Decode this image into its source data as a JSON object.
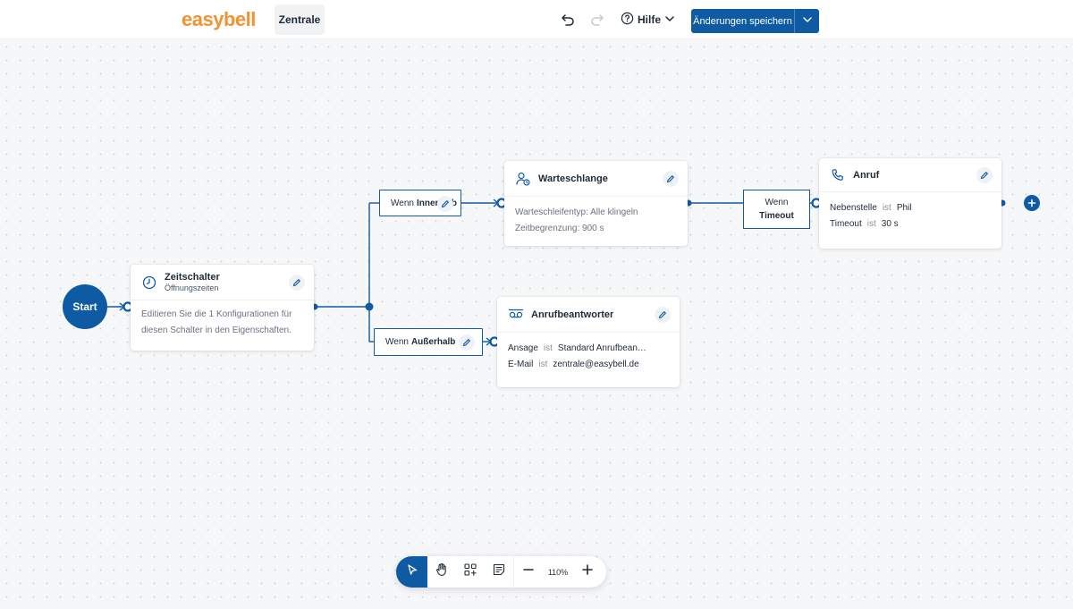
{
  "header": {
    "logo": "easybell",
    "tab": "Zentrale",
    "help_label": "Hilfe",
    "save_label": "Änderungen speichern"
  },
  "colors": {
    "brand": "#f39232",
    "primary": "#0f5ba3"
  },
  "flow": {
    "start": "Start",
    "zeitschalter": {
      "title": "Zeitschalter",
      "subtitle": "Öffnungszeiten",
      "body": "Editieren Sie die 1 Konfigurationen für diesen Schalter in den Eigenschaften.",
      "icon": "clock-icon"
    },
    "cond_inner": {
      "prefix": "Wenn",
      "bold": "Innerhalb"
    },
    "cond_outer": {
      "prefix": "Wenn",
      "bold": "Außerhalb"
    },
    "warteschlange": {
      "title": "Warteschlange",
      "line1": "Warteschleifentyp: Alle klingeln",
      "line2": "Zeitbegrenzung: 900 s",
      "icon": "queue-user-icon"
    },
    "anrufbeantworter": {
      "title": "Anrufbeantworter",
      "row1": {
        "key": "Ansage",
        "op": "ist",
        "value": "Standard Anrufbean…"
      },
      "row2": {
        "key": "E-Mail",
        "op": "ist",
        "value": "zentrale@easybell.de"
      },
      "icon": "voicemail-icon"
    },
    "cond_timeout": {
      "line1": "Wenn",
      "line2": "Timeout"
    },
    "anruf": {
      "title": "Anruf",
      "row1": {
        "key": "Nebenstelle",
        "op": "ist",
        "value": "Phil"
      },
      "row2": {
        "key": "Timeout",
        "op": "ist",
        "value": "30 s"
      },
      "icon": "phone-icon"
    }
  },
  "toolbar": {
    "zoom": "110%",
    "tools": [
      "select-tool",
      "pan-tool",
      "add-node-tool",
      "notes-tool",
      "zoom-out",
      "zoom-in"
    ]
  }
}
